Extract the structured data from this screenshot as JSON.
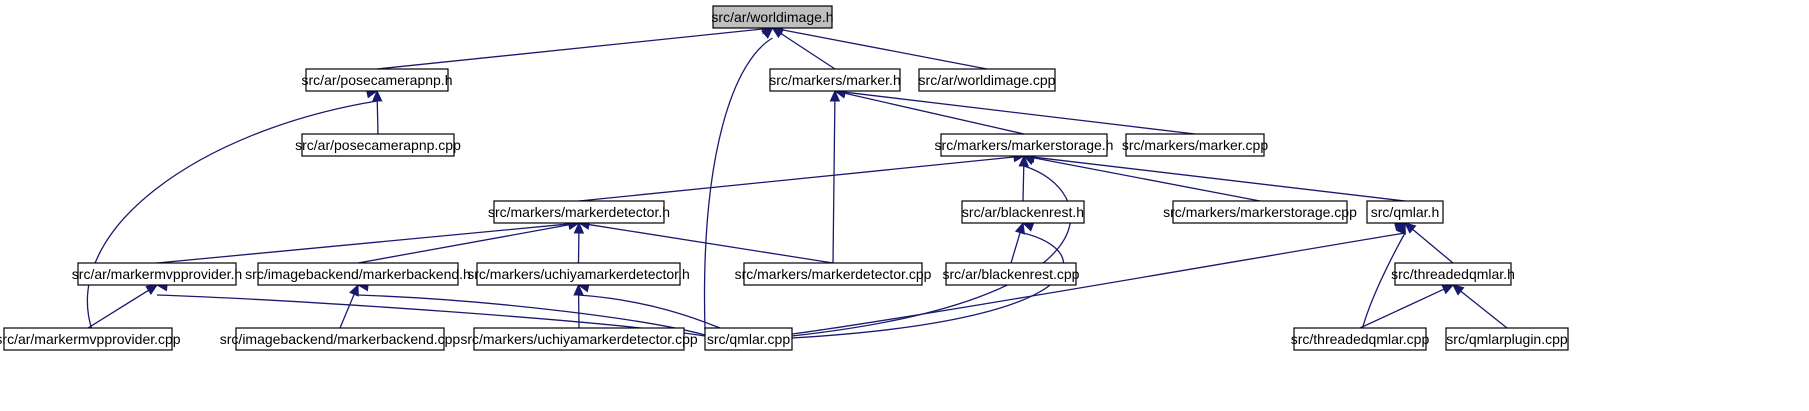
{
  "diagram": {
    "type": "include-dependency-graph",
    "colors": {
      "edge": "#191970",
      "root_fill": "#bfbfbf",
      "node_fill": "#ffffff",
      "node_border": "#000000"
    },
    "nodes": [
      {
        "id": "worldimage_h",
        "label": "src/ar/worldimage.h",
        "root": true
      },
      {
        "id": "posecamerapnp_h",
        "label": "src/ar/posecamerapnp.h"
      },
      {
        "id": "marker_h",
        "label": "src/markers/marker.h"
      },
      {
        "id": "worldimage_cpp",
        "label": "src/ar/worldimage.cpp"
      },
      {
        "id": "posecamerapnp_cpp",
        "label": "src/ar/posecamerapnp.cpp"
      },
      {
        "id": "markerstorage_h",
        "label": "src/markers/markerstorage.h"
      },
      {
        "id": "marker_cpp",
        "label": "src/markers/marker.cpp"
      },
      {
        "id": "markerdetector_h",
        "label": "src/markers/markerdetector.h"
      },
      {
        "id": "blackenrest_h",
        "label": "src/ar/blackenrest.h"
      },
      {
        "id": "markerstorage_cpp",
        "label": "src/markers/markerstorage.cpp"
      },
      {
        "id": "qmlar_h",
        "label": "src/qmlar.h"
      },
      {
        "id": "markermvpprovider_h",
        "label": "src/ar/markermvpprovider.h"
      },
      {
        "id": "markerbackend_h",
        "label": "src/imagebackend/markerbackend.h"
      },
      {
        "id": "uchiyamarkerdetector_h",
        "label": "src/markers/uchiyamarkerdetector.h"
      },
      {
        "id": "markerdetector_cpp",
        "label": "src/markers/markerdetector.cpp"
      },
      {
        "id": "blackenrest_cpp",
        "label": "src/ar/blackenrest.cpp"
      },
      {
        "id": "threadedqmlar_h",
        "label": "src/threadedqmlar.h"
      },
      {
        "id": "markermvpprovider_cpp",
        "label": "src/ar/markermvpprovider.cpp"
      },
      {
        "id": "markerbackend_cpp",
        "label": "src/imagebackend/markerbackend.cpp"
      },
      {
        "id": "uchiyamarkerdetector_cpp",
        "label": "src/markers/uchiyamarkerdetector.cpp"
      },
      {
        "id": "qmlar_cpp",
        "label": "src/qmlar.cpp"
      },
      {
        "id": "threadedqmlar_cpp",
        "label": "src/threadedqmlar.cpp"
      },
      {
        "id": "qmlarplugin_cpp",
        "label": "src/qmlarplugin.cpp"
      }
    ],
    "edges": [
      {
        "from": "worldimage_h",
        "to": "posecamerapnp_h"
      },
      {
        "from": "worldimage_h",
        "to": "marker_h"
      },
      {
        "from": "worldimage_h",
        "to": "worldimage_cpp"
      },
      {
        "from": "worldimage_h",
        "to": "qmlar_cpp"
      },
      {
        "from": "posecamerapnp_h",
        "to": "posecamerapnp_cpp"
      },
      {
        "from": "posecamerapnp_h",
        "to": "markermvpprovider_cpp"
      },
      {
        "from": "marker_h",
        "to": "markerstorage_h"
      },
      {
        "from": "marker_h",
        "to": "marker_cpp"
      },
      {
        "from": "marker_h",
        "to": "markerdetector_cpp"
      },
      {
        "from": "markerstorage_h",
        "to": "markerdetector_h"
      },
      {
        "from": "markerstorage_h",
        "to": "blackenrest_h"
      },
      {
        "from": "markerstorage_h",
        "to": "markerstorage_cpp"
      },
      {
        "from": "markerstorage_h",
        "to": "qmlar_h"
      },
      {
        "from": "markerstorage_h",
        "to": "qmlar_cpp"
      },
      {
        "from": "markerdetector_h",
        "to": "markermvpprovider_h"
      },
      {
        "from": "markerdetector_h",
        "to": "markerbackend_h"
      },
      {
        "from": "markerdetector_h",
        "to": "uchiyamarkerdetector_h"
      },
      {
        "from": "markerdetector_h",
        "to": "markerdetector_cpp"
      },
      {
        "from": "blackenrest_h",
        "to": "blackenrest_cpp"
      },
      {
        "from": "blackenrest_h",
        "to": "qmlar_cpp"
      },
      {
        "from": "qmlar_h",
        "to": "qmlar_cpp"
      },
      {
        "from": "qmlar_h",
        "to": "threadedqmlar_h"
      },
      {
        "from": "qmlar_h",
        "to": "threadedqmlar_cpp"
      },
      {
        "from": "markermvpprovider_h",
        "to": "markermvpprovider_cpp"
      },
      {
        "from": "markermvpprovider_h",
        "to": "qmlar_cpp"
      },
      {
        "from": "markerbackend_h",
        "to": "markerbackend_cpp"
      },
      {
        "from": "markerbackend_h",
        "to": "qmlar_cpp"
      },
      {
        "from": "uchiyamarkerdetector_h",
        "to": "uchiyamarkerdetector_cpp"
      },
      {
        "from": "uchiyamarkerdetector_h",
        "to": "qmlar_cpp"
      },
      {
        "from": "threadedqmlar_h",
        "to": "threadedqmlar_cpp"
      },
      {
        "from": "threadedqmlar_h",
        "to": "qmlarplugin_cpp"
      }
    ]
  }
}
